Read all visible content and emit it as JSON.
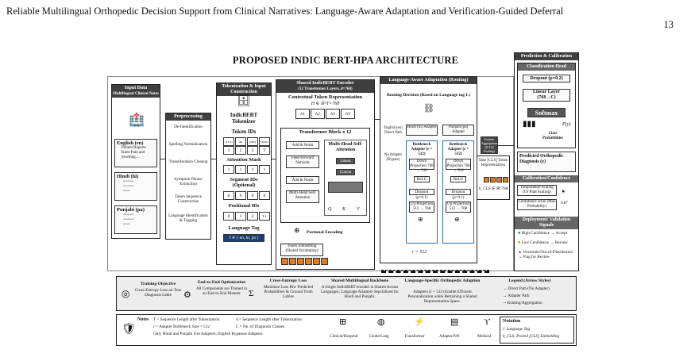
{
  "header": {
    "running_title": "Reliable Multilingual Orthopedic Decision Support from Clinical Narratives: Language-Aware Adaptation and Verification-Guided Deferral",
    "page_number": "13"
  },
  "figure": {
    "title": "PROPOSED INDIC BERT-HPA ARCHITECTURE",
    "input": {
      "heading": "Input Data",
      "subheading": "Multilingual Clinical Notes",
      "english_label": "English (en)",
      "english_text": "Patient Reports Knee Pain and Swelling....",
      "hindi_label": "Hindi (hi)",
      "punjabi_label": "Punjabi (pa)"
    },
    "preprocessing": {
      "heading": "Preprocessing",
      "steps": [
        "De-Identification",
        "Spelling Normalization",
        "Transliteration Cleanup",
        "Symptom Phrase Extraction",
        "Token Sequence Construction",
        "Language Identification & Tagging"
      ]
    },
    "tokenization": {
      "heading": "Tokenization & Input Construction",
      "tokenizer": "IndicBERT Tokenizer",
      "token_ids": "Token IDs",
      "token_cells": [
        "[CLS]",
        "tkn",
        "[SEP]",
        "[PAD]"
      ],
      "token_nums": [
        "1",
        "2",
        "3",
        "T"
      ],
      "attention_mask": "Attention Mask",
      "mask_cells": [
        "1",
        "1",
        "1",
        "1"
      ],
      "segment_ids": "Segment IDs (Optional)",
      "segment_cells": [
        "0",
        "0",
        "0",
        "0"
      ],
      "positional_ids": "Positional IDs",
      "pos_cells": [
        "0",
        "1",
        "2",
        "T-1"
      ],
      "language_tag": "Language Tag",
      "language_tag_value": "ℓ ∈ { en, hi, pa }"
    },
    "encoder": {
      "heading": "Shared IndicBERT Encoder",
      "subheading": "(12 Transformer Layers, d=768)",
      "contextual": "Contextual Token Representation",
      "h_eq": "H ∈ ℝ^T×768",
      "h_tokens": [
        "h1",
        "h2",
        "h3",
        "hT"
      ],
      "block": "Transformer Block x 12",
      "add_norm": "Add & Norm",
      "ffn": "Feed-Forward Network",
      "mhsa": "Multi-Head Self-Attention",
      "mha_title": "Multi-Head Self-Attention",
      "linear": "Linear",
      "concat": "Concat",
      "qkv": [
        "Q",
        "K",
        "V"
      ],
      "pos_enc": "Postional Encoding",
      "embedding": "Token Embedding (Shared Vocabulary)"
    },
    "adaptation": {
      "heading": "Language-Aware Adaptation (Routing)",
      "routing": "Routing Decision (Based on Language tag L)",
      "english_path": "English (en) Direct Path",
      "no_adapter": "No Adapter (Bypass)",
      "hindi_adapter": "Hindi (hi) Adapter",
      "punjabi_adapter": "Punjabi (pa) Adapter",
      "bottleneck": "Bottleneck Adapter (r = 512)",
      "down_proj": "Down Projection 768 → 512",
      "relu": "ReLU",
      "dropout": "Dropout (p=0.1)",
      "up_proj": "Up Projection 512 → 768",
      "r_label": "r = 512"
    },
    "aggregation": {
      "pool": "Feature Aggregation ([CLS] Pooling)",
      "take_cls": "Take [CLS] Token Representation",
      "h_cls": "h_CLS ∈ ℝ^768"
    },
    "prediction": {
      "heading": "Prediction & Calibration",
      "cls_head": "Classification Head",
      "dropout": "Dropout (p=0.2)",
      "linear": "Linear Layer (768→C)",
      "softmax": "Softmax",
      "class_probs": "Class Probabilities",
      "p_y": "P(y)",
      "predicted": "Predicted Orthopedic Diagnosis (y)",
      "calibration_heading": "Calibration/Confidence",
      "temp_scaling": "Temperature Scaling (Or Platt Scaling)",
      "confidence": "Confidence score (Max Probability)",
      "gauge_value": "0.87",
      "deploy_heading": "Deployment/ Validation Signals",
      "signals": [
        "High Confidence → Accept",
        "Low Confidence → Review",
        "Uncertain/Out-of-Distribution → Flag for Review"
      ]
    },
    "summary": [
      {
        "title": "Training Objective",
        "text": "Cross-Entropy Loss on True Diagnosis Lable"
      },
      {
        "title": "End-to-End Optimization",
        "text": "All Components are Trained in an End-to-End Manner"
      },
      {
        "title": "Cross-Entropy Loss",
        "text": "Minimize Loss Btw Predicted Probabilities & Ground Truth Lables"
      },
      {
        "title": "Shared Multilingual Backbone",
        "text": "A Single IndicBERT encoder is Shared Across Languages; Language Adapters Sepcialized for Hindi and Punjabi."
      },
      {
        "title": "Language-Specific Orthopedic Adaption",
        "text": "Adapters (r = 512) Enable Efficient Personalization while Retraining a Shared Representation Space."
      },
      {
        "title": "Legend (Arrow Styles)",
        "items": [
          "Direct Path (No Adapter)",
          "Adapter Path",
          "Routing/Aggregation"
        ]
      }
    ],
    "notes": {
      "heading": "Notes",
      "items": [
        "T = Sequence Length after Tokenization",
        "d = Sequence Length after Tokenization",
        "r = Adapter Bottleneck Size = 512",
        "C = No. of Diagnosis Classes",
        "Only Hindi and Punjabi Use Adapters; English Bypasses Adapters."
      ]
    },
    "icon_legend": [
      "Clinical/Hospital",
      "Globe/Lang",
      "Transformer",
      "Adapter/NN",
      "Medical"
    ],
    "notation": {
      "heading": "Notation",
      "items": [
        "l: Language Tag",
        "h_CLS: Pooled [CLS] Embedding"
      ]
    }
  }
}
